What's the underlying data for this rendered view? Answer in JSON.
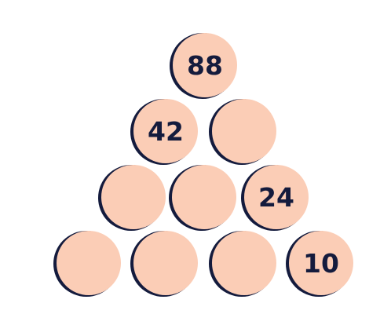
{
  "pyramid": {
    "row1": [
      "88"
    ],
    "row2": [
      "42",
      ""
    ],
    "row3": [
      "",
      "",
      "24"
    ],
    "row4": [
      "",
      "",
      "",
      "10"
    ]
  },
  "colors": {
    "ball_fill": "#fbcdb6",
    "ball_shadow": "#141b3d",
    "number_text": "#141b3d",
    "background": "#ffffff"
  }
}
